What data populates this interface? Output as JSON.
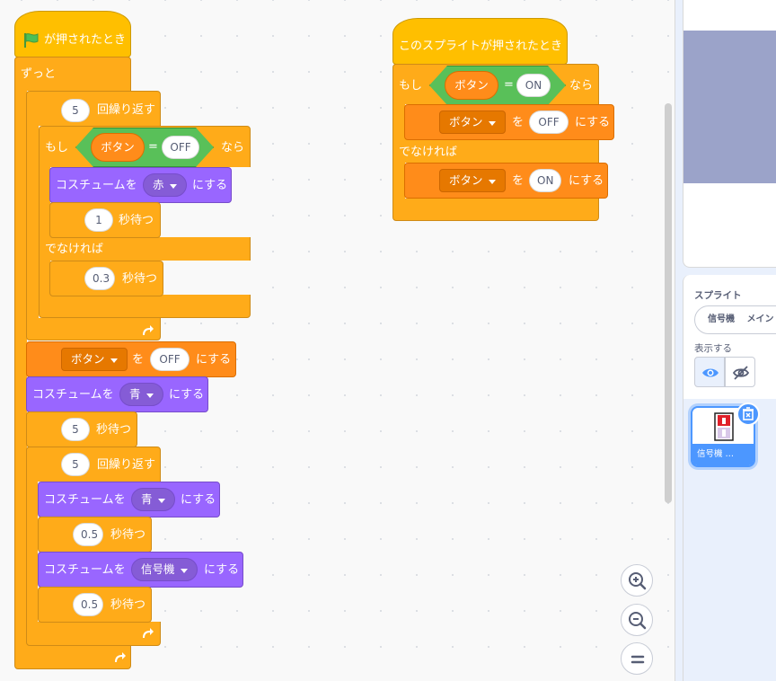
{
  "script1": {
    "hat": "が押されたとき",
    "forever": "ずっと",
    "repeat1": {
      "count": "5",
      "label": "回繰り返す"
    },
    "if": {
      "prefix": "もし",
      "suffix": "なら",
      "var": "ボタン",
      "op": "=",
      "value": "OFF"
    },
    "costume_red": {
      "label": "コスチュームを",
      "value": "赤",
      "suffix": "にする"
    },
    "wait1": {
      "value": "1",
      "label": "秒待つ"
    },
    "else": "でなければ",
    "wait2": {
      "value": "0.3",
      "label": "秒待つ"
    },
    "set_var": {
      "var": "ボタン",
      "mid": "を",
      "value": "OFF",
      "suffix": "にする"
    },
    "costume_blue": {
      "label": "コスチュームを",
      "value": "青",
      "suffix": "にする"
    },
    "wait3": {
      "value": "5",
      "label": "秒待つ"
    },
    "repeat2": {
      "count": "5",
      "label": "回繰り返す"
    },
    "costume_blue2": {
      "label": "コスチュームを",
      "value": "青",
      "suffix": "にする"
    },
    "wait4": {
      "value": "0.5",
      "label": "秒待つ"
    },
    "costume_sig": {
      "label": "コスチュームを",
      "value": "信号機",
      "suffix": "にする"
    },
    "wait5": {
      "value": "0.5",
      "label": "秒待つ"
    }
  },
  "script2": {
    "hat": "このスプライトが押されたとき",
    "if": {
      "prefix": "もし",
      "suffix": "なら",
      "var": "ボタン",
      "op": "=",
      "value": "ON"
    },
    "set1": {
      "var": "ボタン",
      "mid": "を",
      "value": "OFF",
      "suffix": "にする"
    },
    "else": "でなければ",
    "set2": {
      "var": "ボタン",
      "mid": "を",
      "value": "ON",
      "suffix": "にする"
    }
  },
  "sprite_panel": {
    "heading": "スプライト",
    "name_value": "信号機",
    "name_extra": "メイン",
    "show_label": "表示する",
    "tile_label": "信号機 …"
  },
  "colors": {
    "events": "#ffbf00",
    "control": "#ffab19",
    "looks": "#9966ff",
    "variables": "#ff8c1a",
    "operators": "#59c059",
    "accent": "#4c97ff"
  },
  "icons": [
    "green-flag-icon",
    "turn-arrow-icon",
    "zoom-in-icon",
    "zoom-out-icon",
    "zoom-reset-icon",
    "eye-icon",
    "eye-slash-icon",
    "trash-icon"
  ]
}
